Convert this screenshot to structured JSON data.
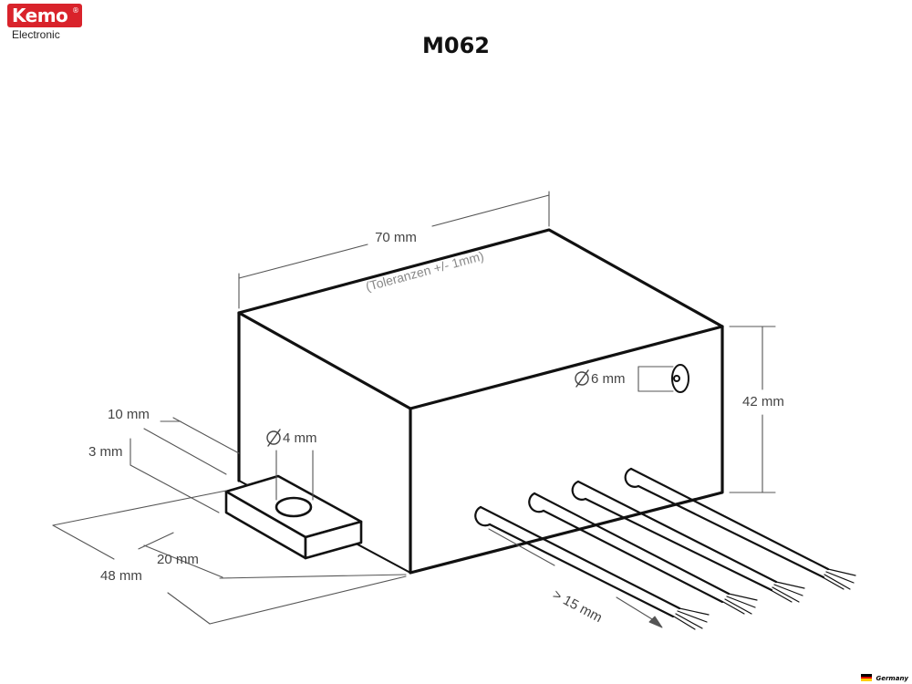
{
  "logo": {
    "brand": "Kemo",
    "reg": "®",
    "subtitle": "Electronic"
  },
  "title": "M062",
  "dimensions": {
    "length": "70 mm",
    "tolerance": "(Toleranzen +/- 1mm)",
    "height": "42 mm",
    "outlet_hole": "6 mm",
    "mount_hole": "4 mm",
    "tab_length": "10 mm",
    "tab_thickness": "3 mm",
    "tab_width": "20 mm",
    "depth": "48 mm",
    "wire_length": "> 15 mm"
  },
  "footer": {
    "country": "Germany"
  },
  "colors": {
    "brand_red": "#d9232b",
    "line": "#111111",
    "dim_line": "#555555"
  }
}
